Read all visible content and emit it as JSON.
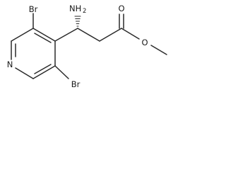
{
  "molecule": {
    "atoms": {
      "br_top": "Br",
      "br_bottom": "Br",
      "nitrogen": "N",
      "amine": "NH",
      "amine_subscript": "2",
      "carbonyl_oxygen": "O",
      "ester_oxygen": "O"
    },
    "stereo_bond": "hashed-wedge",
    "colors": {
      "bond": "#2a2a2a",
      "label": "#1a1a1a",
      "background": "#ffffff"
    }
  }
}
